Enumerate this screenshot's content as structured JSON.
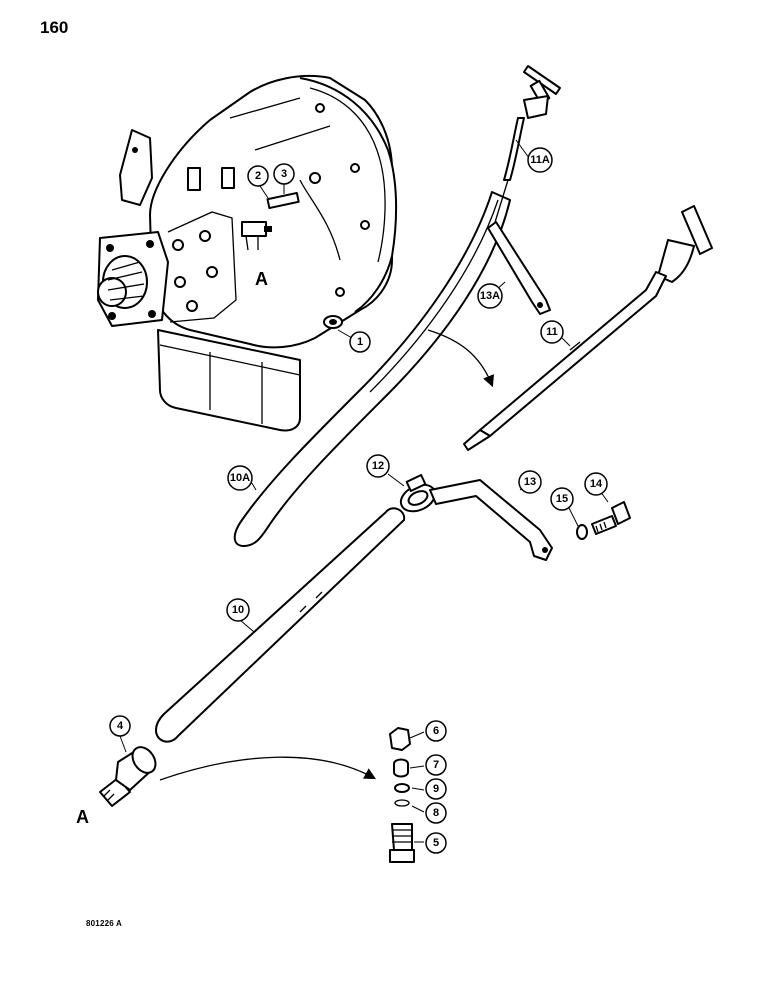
{
  "page": {
    "number": "160",
    "figure_code": "801226 A"
  },
  "view_label": "A",
  "callouts": [
    {
      "id": "c-1",
      "label": "1"
    },
    {
      "id": "c-2",
      "label": "2"
    },
    {
      "id": "c-3",
      "label": "3"
    },
    {
      "id": "c-4",
      "label": "4"
    },
    {
      "id": "c-5",
      "label": "5"
    },
    {
      "id": "c-6",
      "label": "6"
    },
    {
      "id": "c-7",
      "label": "7"
    },
    {
      "id": "c-8",
      "label": "8"
    },
    {
      "id": "c-9",
      "label": "9"
    },
    {
      "id": "c-10",
      "label": "10"
    },
    {
      "id": "c-10a",
      "label": "10A"
    },
    {
      "id": "c-11",
      "label": "11"
    },
    {
      "id": "c-11a",
      "label": "11A"
    },
    {
      "id": "c-12",
      "label": "12"
    },
    {
      "id": "c-13",
      "label": "13"
    },
    {
      "id": "c-13a",
      "label": "13A"
    },
    {
      "id": "c-14",
      "label": "14"
    },
    {
      "id": "c-15",
      "label": "15"
    }
  ]
}
